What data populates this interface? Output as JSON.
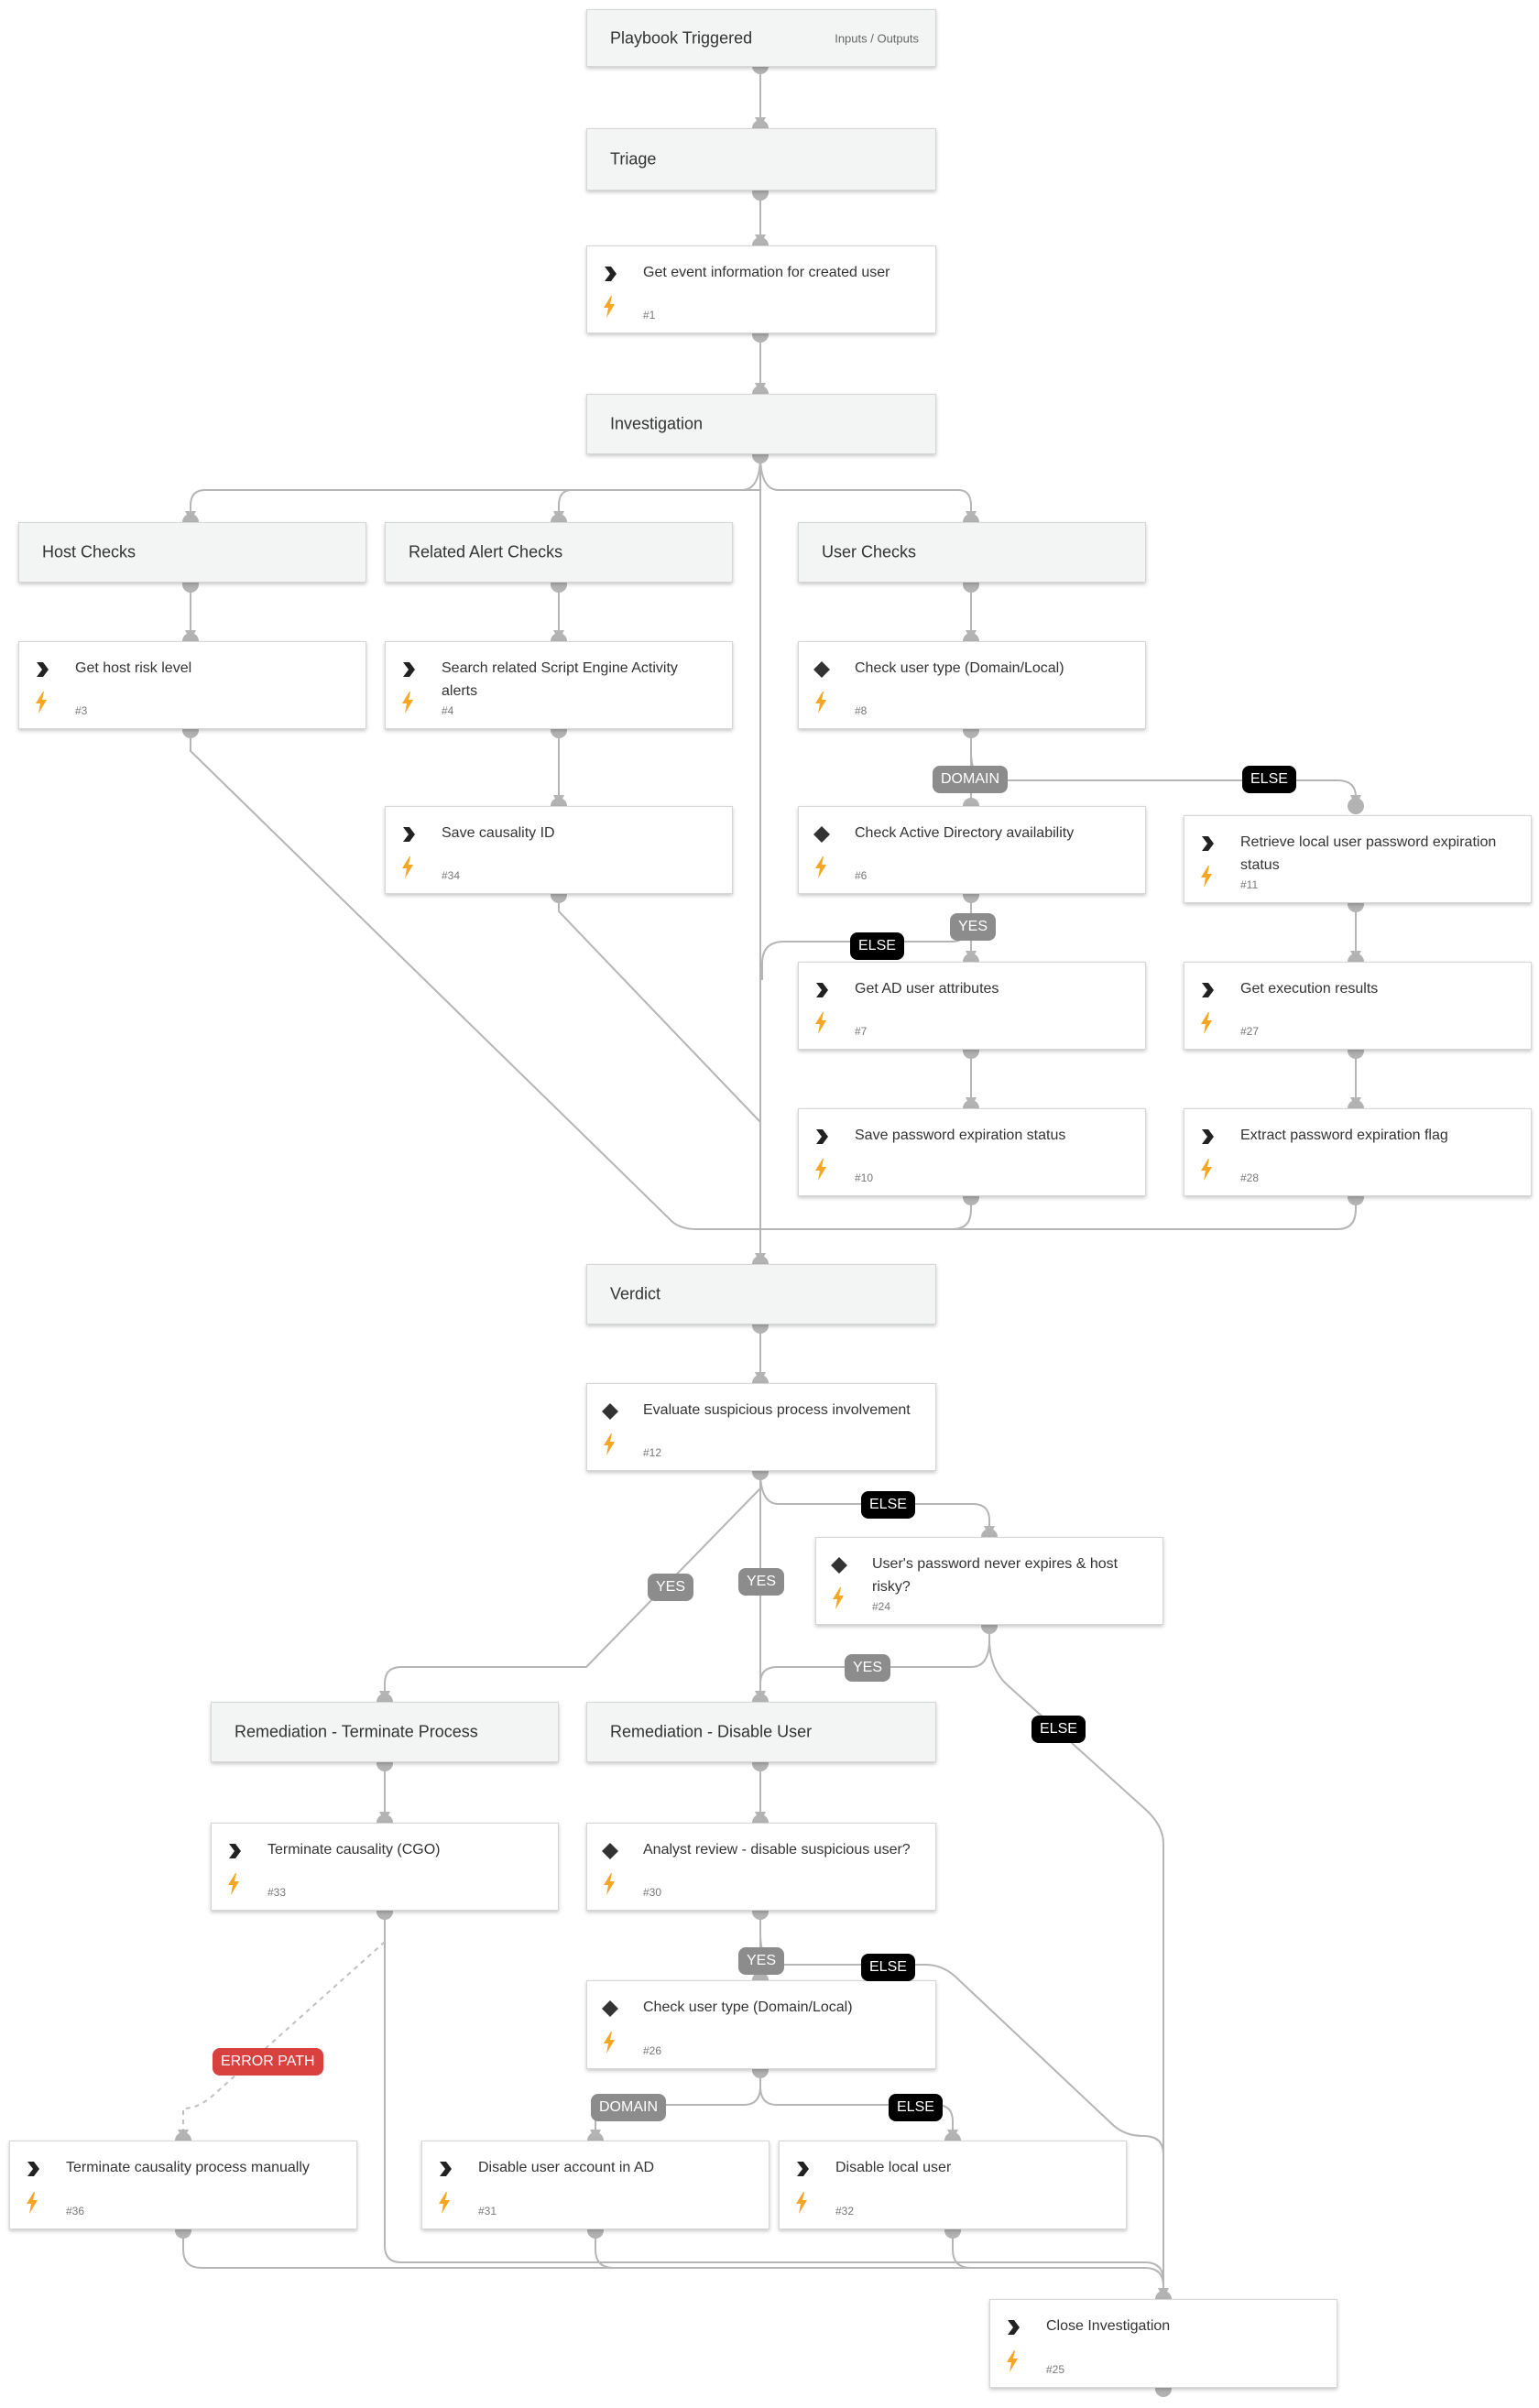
{
  "sections": {
    "playbook_triggered": "Playbook Triggered",
    "inputs_outputs": "Inputs / Outputs",
    "triage": "Triage",
    "investigation": "Investigation",
    "host_checks": "Host Checks",
    "related_alert_checks": "Related Alert Checks",
    "user_checks": "User Checks",
    "verdict": "Verdict",
    "remediation_terminate": "Remediation - Terminate Process",
    "remediation_disable": "Remediation - Disable User"
  },
  "tasks": {
    "t1": {
      "label": "Get event information for created user",
      "num": "#1",
      "kind": "action"
    },
    "t3": {
      "label": "Get host risk level",
      "num": "#3",
      "kind": "action"
    },
    "t4": {
      "label": "Search related Script Engine Activity alerts",
      "num": "#4",
      "kind": "action"
    },
    "t8": {
      "label": "Check user type (Domain/Local)",
      "num": "#8",
      "kind": "condition"
    },
    "t34": {
      "label": "Save causality ID",
      "num": "#34",
      "kind": "action"
    },
    "t6": {
      "label": "Check Active Directory availability",
      "num": "#6",
      "kind": "condition"
    },
    "t11": {
      "label": "Retrieve local user password expiration status",
      "num": "#11",
      "kind": "action"
    },
    "t7": {
      "label": "Get AD user attributes",
      "num": "#7",
      "kind": "action"
    },
    "t27": {
      "label": "Get execution results",
      "num": "#27",
      "kind": "action"
    },
    "t10": {
      "label": "Save password expiration status",
      "num": "#10",
      "kind": "action"
    },
    "t28": {
      "label": "Extract password expiration flag",
      "num": "#28",
      "kind": "action"
    },
    "t12": {
      "label": "Evaluate suspicious process involvement",
      "num": "#12",
      "kind": "condition"
    },
    "t24": {
      "label": "User's password never expires & host risky?",
      "num": "#24",
      "kind": "condition"
    },
    "t33": {
      "label": "Terminate causality (CGO)",
      "num": "#33",
      "kind": "action"
    },
    "t30": {
      "label": "Analyst review - disable suspicious user?",
      "num": "#30",
      "kind": "condition"
    },
    "t26": {
      "label": "Check user type (Domain/Local)",
      "num": "#26",
      "kind": "condition"
    },
    "t36": {
      "label": "Terminate causality process manually",
      "num": "#36",
      "kind": "action"
    },
    "t31": {
      "label": "Disable user account in AD",
      "num": "#31",
      "kind": "action"
    },
    "t32": {
      "label": "Disable local user",
      "num": "#32",
      "kind": "action"
    },
    "t25": {
      "label": "Close Investigation",
      "num": "#25",
      "kind": "action"
    }
  },
  "edge_labels": {
    "domain_8": "DOMAIN",
    "else_8": "ELSE",
    "yes_6": "YES",
    "else_6": "ELSE",
    "else_12": "ELSE",
    "yes_12_left": "YES",
    "yes_12_mid": "YES",
    "yes_24": "YES",
    "else_24": "ELSE",
    "yes_30": "YES",
    "else_30": "ELSE",
    "error_path": "ERROR PATH",
    "domain_26": "DOMAIN",
    "else_26": "ELSE"
  },
  "colors": {
    "connector": "#b0b0b0",
    "bolt": "#f5a623",
    "error": "#d9413f"
  }
}
